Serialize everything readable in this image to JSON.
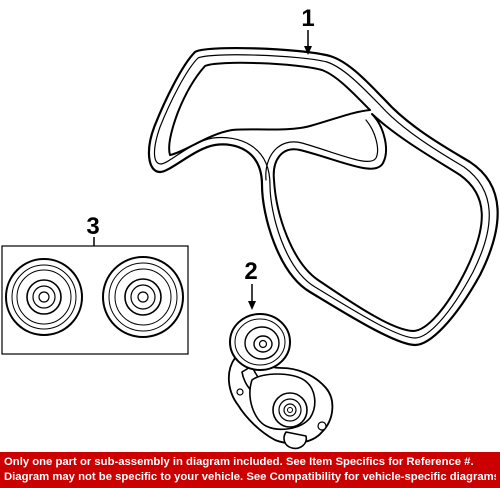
{
  "callouts": {
    "belt": "1",
    "tensioner": "2",
    "pulleys": "3"
  },
  "footer": {
    "line1": "Only one part or sub-assembly in diagram included. See Item Specifics for Reference #.",
    "line2": "Diagram may not be specific to your vehicle. See Compatibility for vehicle-specific diagrams."
  },
  "colors": {
    "banner": "#cc0000",
    "banner_text": "#ffffff",
    "ink": "#000000",
    "background": "#ffffff"
  }
}
